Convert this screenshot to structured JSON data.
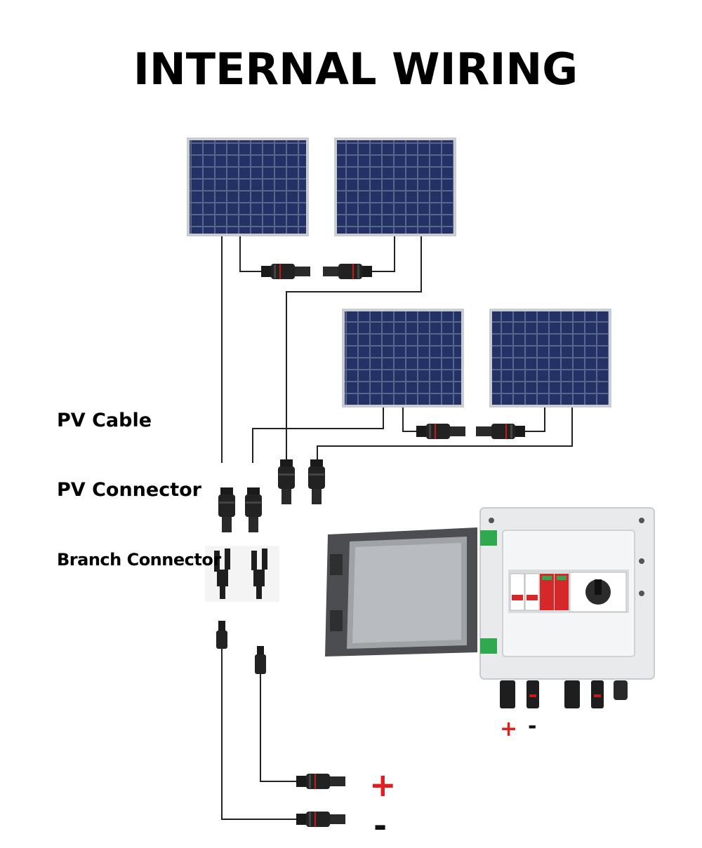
{
  "title": "INTERNAL WIRING",
  "labels": {
    "pv_cable": "PV Cable",
    "pv_connector": "PV Connector",
    "branch_connector": "Branch Connector"
  },
  "polarity": {
    "box_plus": "+",
    "box_minus": "-",
    "output_plus": "+",
    "output_minus": "-"
  },
  "colors": {
    "panel_cell": "#1d2a55",
    "panel_frame": "#c9ccd1",
    "wire": "#222222",
    "connector": "#1a1a1a",
    "box_body": "#e9eaeb",
    "breaker_red": "#d62828",
    "accent_green": "#2fa84f",
    "plus_red": "#e02020"
  },
  "icons": [
    "solar-panel-icon",
    "mc4-connector-icon",
    "branch-connector-icon",
    "combiner-box-icon"
  ]
}
